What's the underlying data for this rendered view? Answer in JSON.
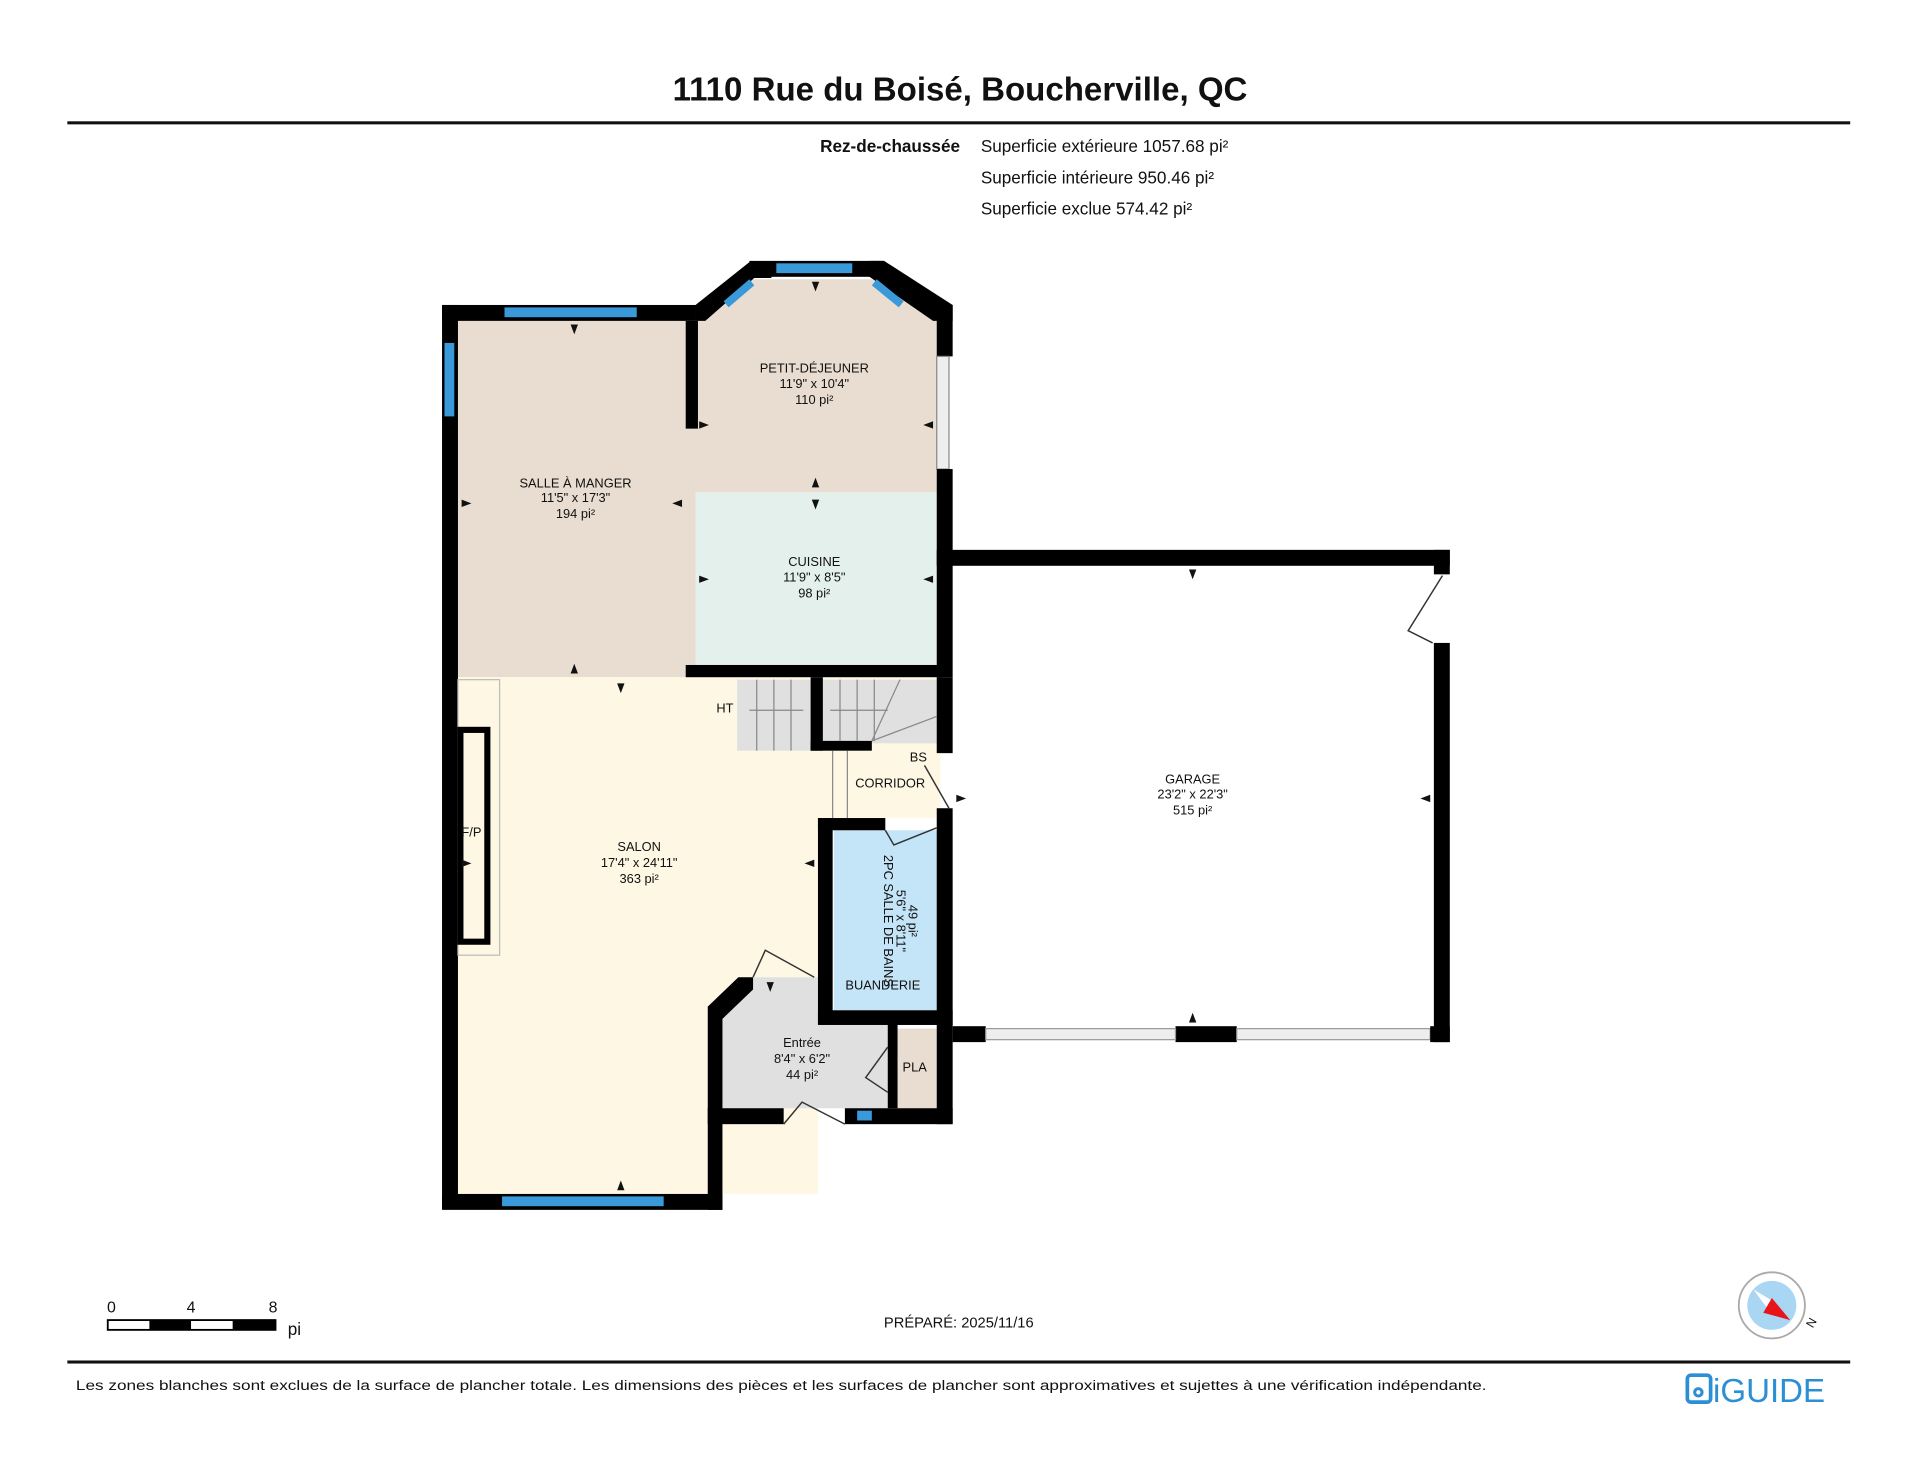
{
  "header": {
    "title": "1110 Rue du Boisé, Boucherville, QC",
    "floor": "Rez-de-chaussée",
    "areas": [
      "Superficie extérieure 1057.68 pi²",
      "Superficie intérieure 950.46 pi²",
      "Superficie exclue 574.42 pi²"
    ]
  },
  "rooms": {
    "salle_a_manger": {
      "name": "SALLE À MANGER",
      "dims": "11'5\" x 17'3\"",
      "area": "194 pi²"
    },
    "petit_dejeuner": {
      "name": "PETIT-DÉJEUNER",
      "dims": "11'9\" x 10'4\"",
      "area": "110 pi²"
    },
    "cuisine": {
      "name": "CUISINE",
      "dims": "11'9\" x 8'5\"",
      "area": "98 pi²"
    },
    "salon": {
      "name": "SALON",
      "dims": "17'4\" x 24'11\"",
      "area": "363 pi²"
    },
    "garage": {
      "name": "GARAGE",
      "dims": "23'2\" x 22'3\"",
      "area": "515 pi²"
    },
    "salle_de_bains": {
      "name": "2PC SALLE DE BAINS",
      "dims": "5'6\" x 8'11\"",
      "area": "49 pi²"
    },
    "entree": {
      "name": "Entrée",
      "dims": "8'4\" x 6'2\"",
      "area": "44 pi²"
    }
  },
  "labels": {
    "ht": "HT",
    "bs": "BS",
    "corridor": "CORRIDOR",
    "fp": "F/P",
    "buanderie": "BUANDERIE",
    "pla": "PLA"
  },
  "scale": {
    "ticks": [
      "0",
      "4",
      "8"
    ],
    "unit": "pi"
  },
  "compass": {
    "label": "N"
  },
  "footer": {
    "prepared": "PRÉPARÉ: 2025/11/16",
    "disclaimer": "Les zones blanches sont exclues de la surface de plancher totale. Les dimensions des pièces et les surfaces de plancher sont approximatives et sujettes à une vérification indépendante.",
    "logo": "iGUIDE"
  },
  "colors": {
    "window": "#3a9ad9",
    "logo": "#2a8fd4",
    "dining": "#e8ddd0",
    "kitchen": "#e4f0ec",
    "living": "#fdf7e4",
    "bath": "#c4e4f8",
    "entry": "#e0e0e0"
  }
}
